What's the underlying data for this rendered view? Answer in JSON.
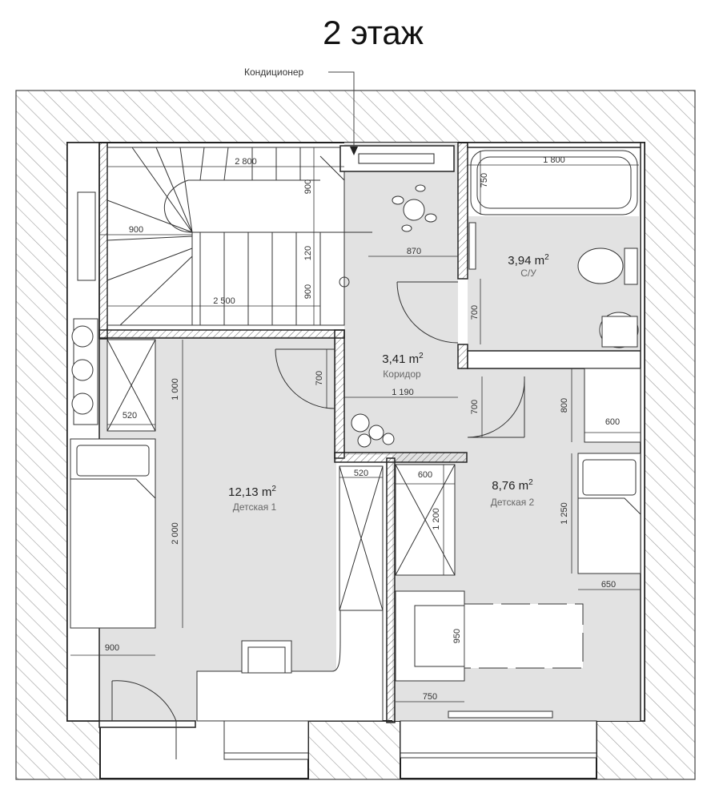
{
  "title": "2 этаж",
  "callout": {
    "label": "Кондиционер"
  },
  "rooms": {
    "bath": {
      "area": "3,94 m",
      "name": "С/У"
    },
    "corridor": {
      "area": "3,41 m",
      "name": "Коридор"
    },
    "kids1": {
      "area": "12,13 m",
      "name": "Детская 1"
    },
    "kids2": {
      "area": "8,76 m",
      "name": "Детская 2"
    },
    "area_unit_sup": "2"
  },
  "dimensions": {
    "stair_width": "2 800",
    "stair_landing": "900",
    "stair_run_upper": "900",
    "stair_gap": "120",
    "stair_run_lower": "900",
    "stair_bottom": "2 500",
    "corridor_upper": "870",
    "corridor_lower": "1 190",
    "bath_tub_length": "1 800",
    "bath_tub_width": "750",
    "bath_door": "700",
    "corridor_door": "700",
    "kids2_door": "700",
    "kids1_wardrobe_depth": "520",
    "kids1_wardrobe_length": "1 000",
    "kids1_bed_length": "2 000",
    "kids1_bed_width": "900",
    "kids1_wardrobe2": "520",
    "kids2_wardrobe": "600",
    "kids2_wardrobe_length": "1 200",
    "kids2_shelf": "600",
    "kids2_shelf_depth": "800",
    "kids2_bed_length": "1 250",
    "kids2_bed_width": "650",
    "kids2_sofa_length": "950",
    "kids2_sofa_width": "750"
  },
  "colors": {
    "floor": "#e2e2e2",
    "wall": "#ffffff",
    "hatch": "#9a9a9a",
    "line": "#222222"
  }
}
